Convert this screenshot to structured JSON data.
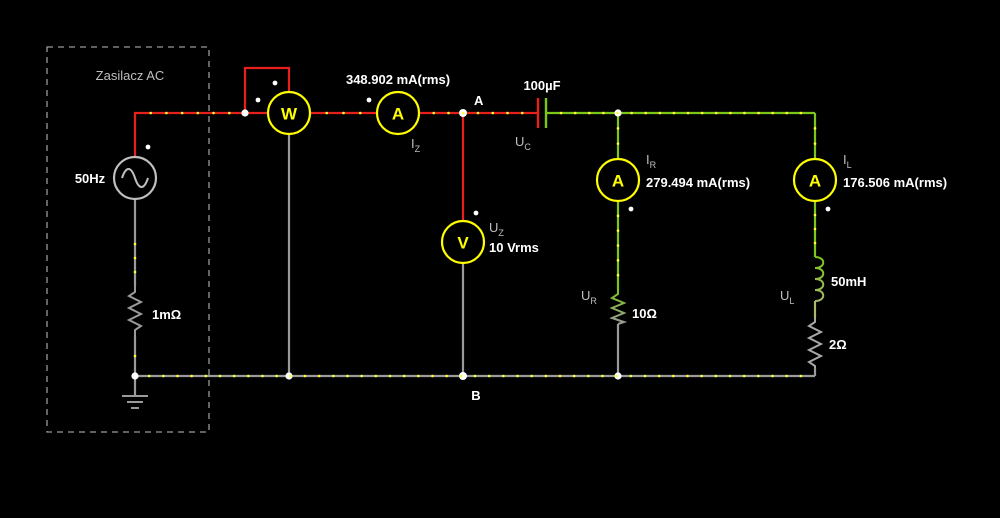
{
  "supply": {
    "title": "Zasilacz AC",
    "frequency": "50Hz",
    "internal_resistance": "1mΩ"
  },
  "nodes": {
    "a": "A",
    "b": "B"
  },
  "wattmeter": {
    "symbol": "W"
  },
  "ammeter_z": {
    "symbol": "A",
    "reading": "348.902 mA(rms)",
    "label": "I",
    "label_sub": "Z"
  },
  "capacitor": {
    "value": "100µF",
    "label": "U",
    "label_sub": "C"
  },
  "voltmeter": {
    "symbol": "V",
    "label": "U",
    "label_sub": "Z",
    "reading": "10 Vrms"
  },
  "ammeter_r": {
    "symbol": "A",
    "label": "I",
    "label_sub": "R",
    "reading": "279.494 mA(rms)"
  },
  "ammeter_l": {
    "symbol": "A",
    "label": "I",
    "label_sub": "L",
    "reading": "176.506 mA(rms)"
  },
  "resistor_r": {
    "value": "10Ω",
    "label": "U",
    "label_sub": "R"
  },
  "inductor": {
    "value": "50mH",
    "label": "U",
    "label_sub": "L"
  },
  "resistor_l": {
    "value": "2Ω"
  },
  "colors": {
    "high": "#e8201b",
    "mid": "#7cc619",
    "ground": "#9a9a9a",
    "meter": "#ffff00",
    "dots": "#ffff33"
  }
}
